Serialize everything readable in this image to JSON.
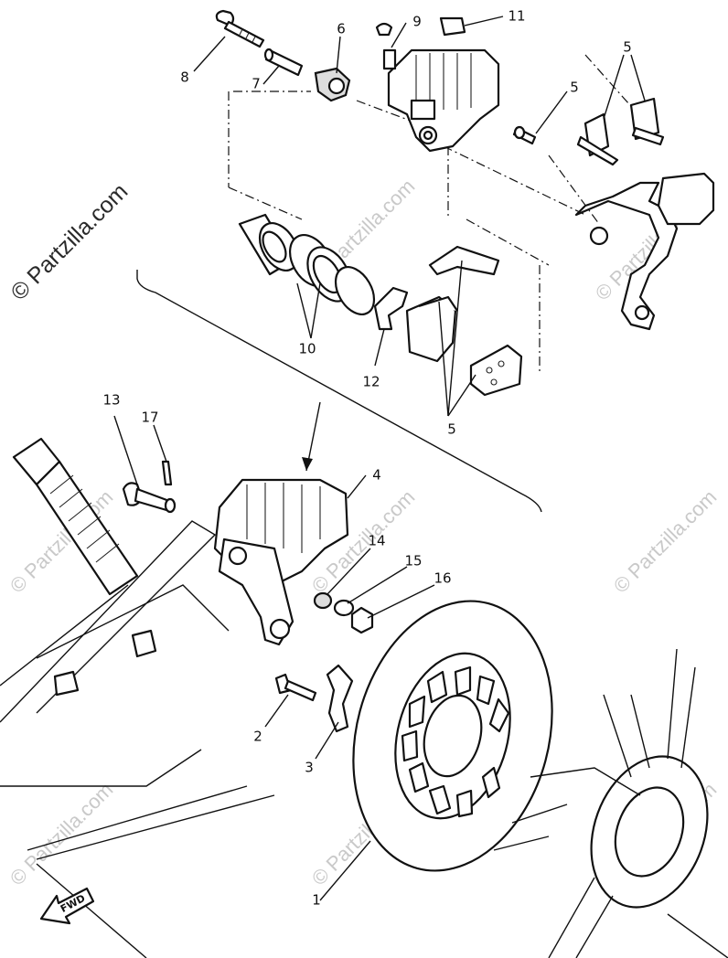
{
  "watermark": {
    "main": "© Partzilla.com",
    "faint": "© Partzilla.com"
  },
  "callouts": [
    {
      "id": "1",
      "label": "1"
    },
    {
      "id": "2",
      "label": "2"
    },
    {
      "id": "3",
      "label": "3"
    },
    {
      "id": "4",
      "label": "4"
    },
    {
      "id": "5a",
      "label": "5"
    },
    {
      "id": "5b",
      "label": "5"
    },
    {
      "id": "5c",
      "label": "5"
    },
    {
      "id": "6",
      "label": "6"
    },
    {
      "id": "7",
      "label": "7"
    },
    {
      "id": "8",
      "label": "8"
    },
    {
      "id": "9",
      "label": "9"
    },
    {
      "id": "10",
      "label": "10"
    },
    {
      "id": "11",
      "label": "11"
    },
    {
      "id": "12",
      "label": "12"
    },
    {
      "id": "13",
      "label": "13"
    },
    {
      "id": "14",
      "label": "14"
    },
    {
      "id": "15",
      "label": "15"
    },
    {
      "id": "16",
      "label": "16"
    },
    {
      "id": "17",
      "label": "17"
    }
  ],
  "direction_label": "FWD"
}
